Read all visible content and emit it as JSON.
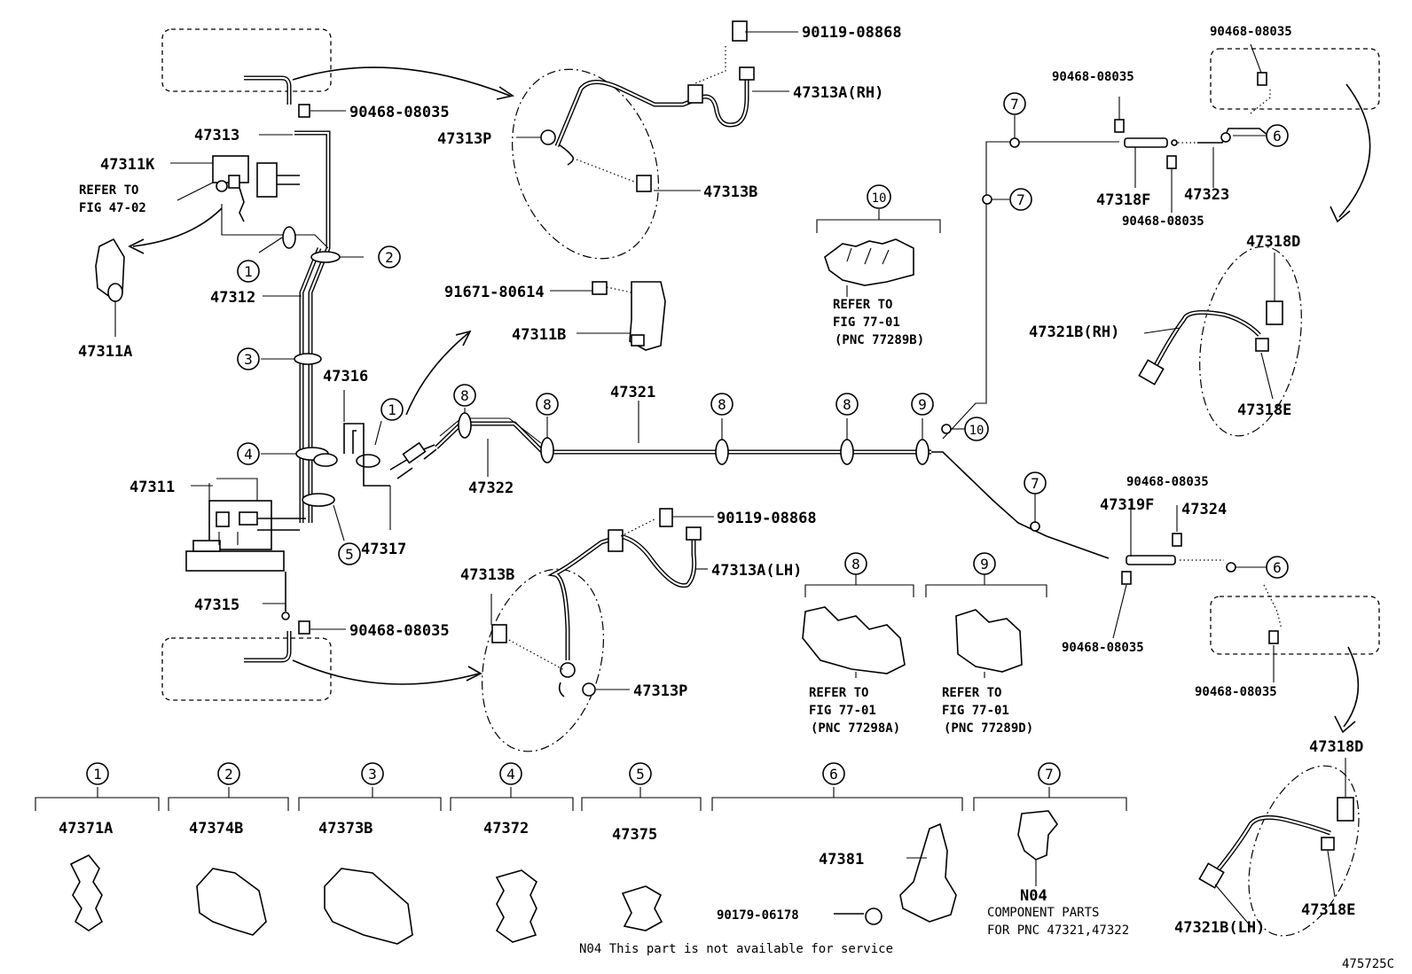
{
  "labels": [
    {
      "id": "p-90119-08868-top",
      "text": "90119-08868"
    },
    {
      "id": "p-47313a-rh",
      "text": "47313A(RH)"
    },
    {
      "id": "p-47313p-top",
      "text": "47313P"
    },
    {
      "id": "p-47313b-top",
      "text": "47313B"
    },
    {
      "id": "p-90468-08035-a",
      "text": "90468-08035"
    },
    {
      "id": "p-47313",
      "text": "47313"
    },
    {
      "id": "p-47311k",
      "text": "47311K"
    },
    {
      "id": "p-refer-47-02-a",
      "text": "REFER TO"
    },
    {
      "id": "p-refer-47-02-b",
      "text": "FIG 47-02"
    },
    {
      "id": "p-47312",
      "text": "47312"
    },
    {
      "id": "p-47311a",
      "text": "47311A"
    },
    {
      "id": "p-91671-80614",
      "text": "91671-80614"
    },
    {
      "id": "p-47311b",
      "text": "47311B"
    },
    {
      "id": "p-47316",
      "text": "47316"
    },
    {
      "id": "p-47311",
      "text": "47311"
    },
    {
      "id": "p-47322",
      "text": "47322"
    },
    {
      "id": "p-47317",
      "text": "47317"
    },
    {
      "id": "p-47321",
      "text": "47321"
    },
    {
      "id": "p-47315",
      "text": "47315"
    },
    {
      "id": "p-90468-08035-b",
      "text": "90468-08035"
    },
    {
      "id": "p-90119-08868-bot",
      "text": "90119-08868"
    },
    {
      "id": "p-47313a-lh",
      "text": "47313A(LH)"
    },
    {
      "id": "p-47313b-bot",
      "text": "47313B"
    },
    {
      "id": "p-47313p-bot",
      "text": "47313P"
    },
    {
      "id": "p-refer-77-01-10a",
      "text": "REFER TO"
    },
    {
      "id": "p-refer-77-01-10b",
      "text": "FIG 77-01"
    },
    {
      "id": "p-refer-77-01-10c",
      "text": "(PNC 77289B)"
    },
    {
      "id": "p-refer-77-01-8a",
      "text": "REFER TO"
    },
    {
      "id": "p-refer-77-01-8b",
      "text": "FIG 77-01"
    },
    {
      "id": "p-refer-77-01-8c",
      "text": "(PNC 77298A)"
    },
    {
      "id": "p-refer-77-01-9a",
      "text": "REFER TO"
    },
    {
      "id": "p-refer-77-01-9b",
      "text": "FIG 77-01"
    },
    {
      "id": "p-refer-77-01-9c",
      "text": "(PNC 77289D)"
    },
    {
      "id": "p-90468-08035-c",
      "text": "90468-08035"
    },
    {
      "id": "p-90468-08035-d",
      "text": "90468-08035"
    },
    {
      "id": "p-47318f",
      "text": "47318F"
    },
    {
      "id": "p-47323",
      "text": "47323"
    },
    {
      "id": "p-90468-08035-e",
      "text": "90468-08035"
    },
    {
      "id": "p-47318d-top",
      "text": "47318D"
    },
    {
      "id": "p-47321b-rh",
      "text": "47321B(RH)"
    },
    {
      "id": "p-47318e-top",
      "text": "47318E"
    },
    {
      "id": "p-90468-08035-f",
      "text": "90468-08035"
    },
    {
      "id": "p-47319f",
      "text": "47319F"
    },
    {
      "id": "p-47324",
      "text": "47324"
    },
    {
      "id": "p-90468-08035-g",
      "text": "90468-08035"
    },
    {
      "id": "p-90468-08035-h",
      "text": "90468-08035"
    },
    {
      "id": "p-47318d-bot",
      "text": "47318D"
    },
    {
      "id": "p-47321b-lh",
      "text": "47321B(LH)"
    },
    {
      "id": "p-47318e-bot",
      "text": "47318E"
    },
    {
      "id": "p-47371a",
      "text": "47371A"
    },
    {
      "id": "p-47374b",
      "text": "47374B"
    },
    {
      "id": "p-47373b",
      "text": "47373B"
    },
    {
      "id": "p-47372",
      "text": "47372"
    },
    {
      "id": "p-47375",
      "text": "47375"
    },
    {
      "id": "p-47381",
      "text": "47381"
    },
    {
      "id": "p-90179-06178",
      "text": "90179-06178"
    },
    {
      "id": "p-n04",
      "text": "N04"
    },
    {
      "id": "p-component-a",
      "text": "COMPONENT PARTS"
    },
    {
      "id": "p-component-b",
      "text": "FOR PNC 47321,47322"
    },
    {
      "id": "p-footnote",
      "text": "N04 This part is not available for service"
    },
    {
      "id": "p-figure-id",
      "text": "475725C"
    }
  ],
  "callouts": [
    {
      "id": "c-1-a",
      "text": "1"
    },
    {
      "id": "c-2-a",
      "text": "2"
    },
    {
      "id": "c-3-a",
      "text": "3"
    },
    {
      "id": "c-4-a",
      "text": "4"
    },
    {
      "id": "c-5-a",
      "text": "5"
    },
    {
      "id": "c-1-b",
      "text": "1"
    },
    {
      "id": "c-8-a",
      "text": "8"
    },
    {
      "id": "c-8-b",
      "text": "8"
    },
    {
      "id": "c-8-c",
      "text": "8"
    },
    {
      "id": "c-8-d",
      "text": "8"
    },
    {
      "id": "c-9-a",
      "text": "9"
    },
    {
      "id": "c-10-a",
      "text": "10"
    },
    {
      "id": "c-10-b",
      "text": "10"
    },
    {
      "id": "c-7-a",
      "text": "7"
    },
    {
      "id": "c-7-b",
      "text": "7"
    },
    {
      "id": "c-6-a",
      "text": "6"
    },
    {
      "id": "c-7-c",
      "text": "7"
    },
    {
      "id": "c-6-b",
      "text": "6"
    },
    {
      "id": "c-8-e",
      "text": "8"
    },
    {
      "id": "c-9-b",
      "text": "9"
    },
    {
      "id": "c-1-leg",
      "text": "1"
    },
    {
      "id": "c-2-leg",
      "text": "2"
    },
    {
      "id": "c-3-leg",
      "text": "3"
    },
    {
      "id": "c-4-leg",
      "text": "4"
    },
    {
      "id": "c-5-leg",
      "text": "5"
    },
    {
      "id": "c-6-leg",
      "text": "6"
    },
    {
      "id": "c-7-leg",
      "text": "7"
    }
  ]
}
